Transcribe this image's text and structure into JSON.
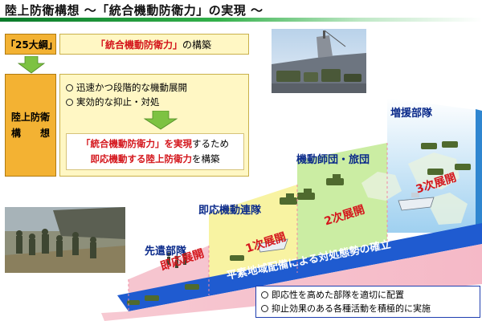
{
  "title": "陸上防衛構想 ～「統合機動防衛力」の実現 ～",
  "outline": {
    "tag": "「25大綱」",
    "head_quote": "「統合機動防衛力」",
    "head_rest": "の構築"
  },
  "concept": {
    "label_line1": "陸上防衛",
    "label_line2": "構　　想",
    "bullets": [
      "迅速かつ段階的な機動展開",
      "実効的な抑止・対処"
    ],
    "result_red1": "「統合機動防衛力」を実現",
    "result_black1": "するため",
    "result_red2": "即応機動する陸上防衛力",
    "result_black2": "を構築"
  },
  "diagram": {
    "units": [
      "先遣部隊",
      "即応機動連隊",
      "機動師団・旅団",
      "増援部隊"
    ],
    "phases": [
      "即応展開",
      "1次展開",
      "2次展開",
      "3次展開"
    ],
    "banner": "平素地域配備による対処態勢の確立"
  },
  "notes": [
    "即応性を高めた部隊を適切に配置",
    "抑止効果のある各種活動を積極的に実施"
  ],
  "colors": {
    "red": "#d4161c",
    "navy": "#0a2a8a",
    "green": "#22a23a",
    "yellow": "#fff7c4",
    "orange": "#f3b233"
  }
}
